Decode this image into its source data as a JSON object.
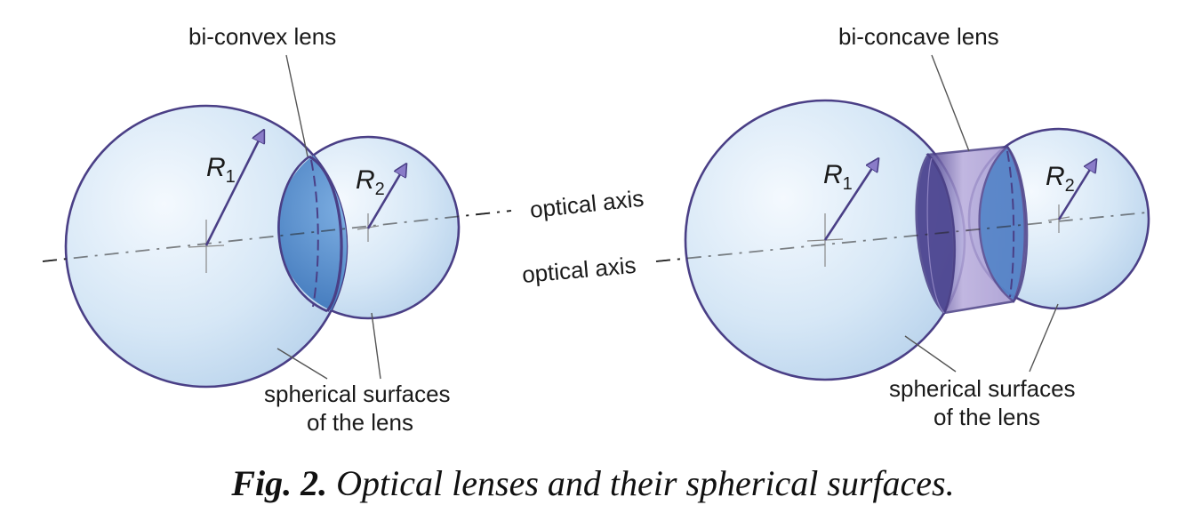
{
  "left_panel": {
    "lens_label": "bi-convex lens",
    "r1": {
      "letter": "R",
      "sub": "1"
    },
    "r2": {
      "letter": "R",
      "sub": "2"
    },
    "axis_label": "optical axis",
    "surfaces_label_line1": "spherical surfaces",
    "surfaces_label_line2": "of the lens"
  },
  "right_panel": {
    "lens_label": "bi-concave lens",
    "r1": {
      "letter": "R",
      "sub": "1"
    },
    "r2": {
      "letter": "R",
      "sub": "2"
    },
    "axis_label": "optical axis",
    "surfaces_label_line1": "spherical surfaces",
    "surfaces_label_line2": "of the lens"
  },
  "caption": {
    "fig_label": "Fig. 2.",
    "text": "Optical lenses and their spherical surfaces."
  },
  "colors": {
    "sphere_stroke": "#4a3f86",
    "sphere_fill": "#d9e8f6",
    "biconvex_lens_fill": "#3f7cc4",
    "biconcave_cylinder_fill": "#a99ad2"
  }
}
